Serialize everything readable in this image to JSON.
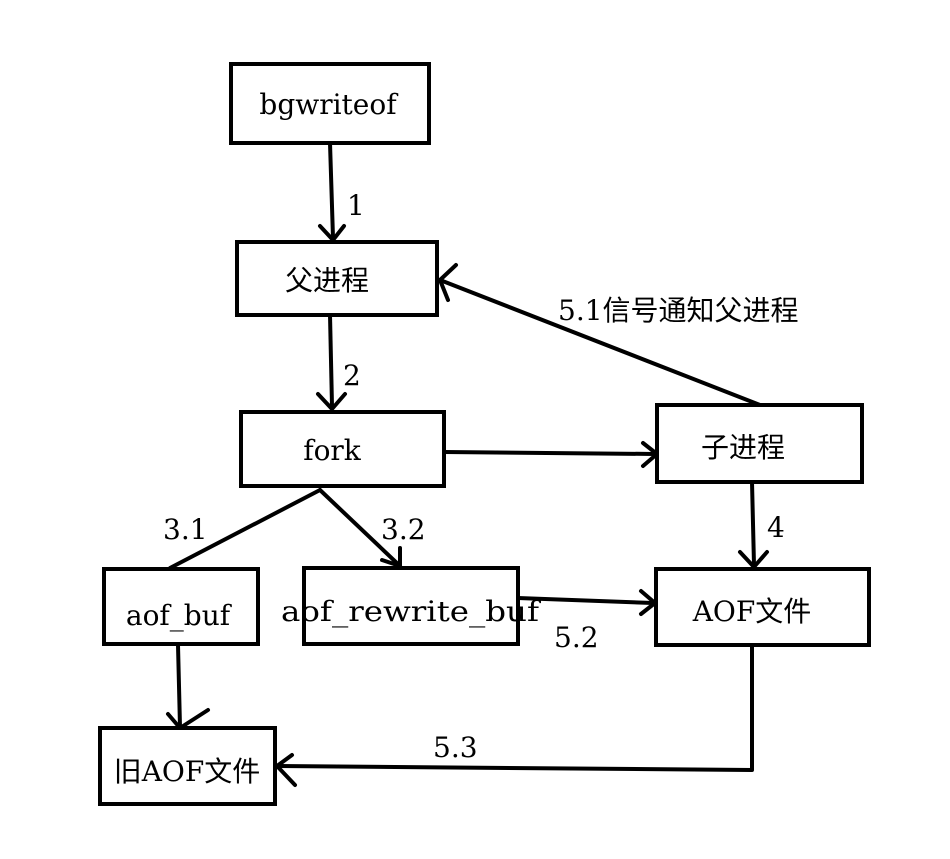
{
  "diagram": {
    "nodes": {
      "bgwriteof": "bgwriteof",
      "parent_process": "父进程",
      "fork": "fork",
      "child_process": "子进程",
      "aof_buf": "aof_buf",
      "aof_rewrite_buf": "aof_rewrite_buf",
      "aof_file": "AOF文件",
      "old_aof_file": "旧AOF文件"
    },
    "edge_labels": {
      "step_1": "1",
      "step_2": "2",
      "step_3_1": "3.1",
      "step_3_2": "3.2",
      "step_4": "4",
      "step_5_1": "5.1信号通知父进程",
      "step_5_2": "5.2",
      "step_5_3": "5.3"
    }
  }
}
